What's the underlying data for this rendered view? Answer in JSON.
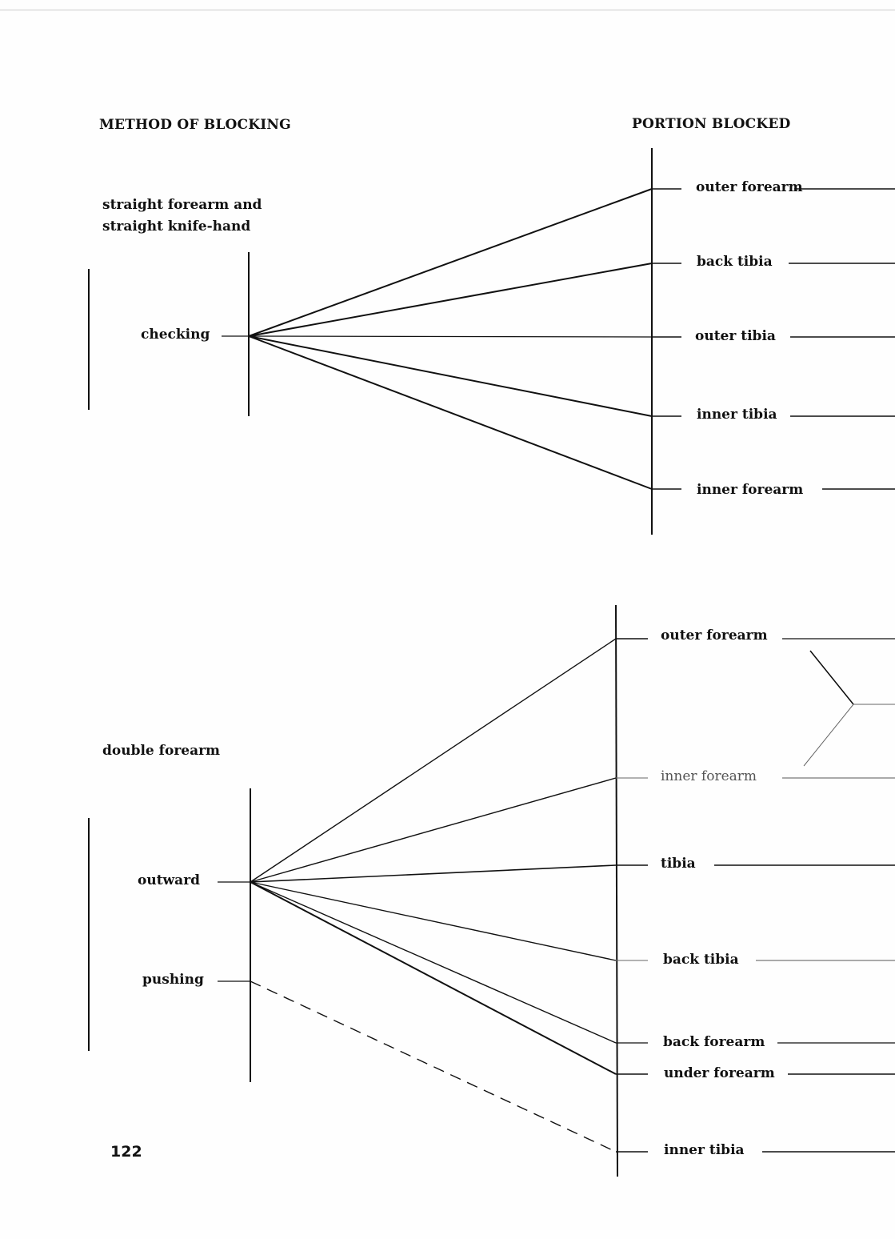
{
  "headers": {
    "method": "METHOD OF BLOCKING",
    "portion": "PORTION BLOCKED"
  },
  "section_1": {
    "group_label_line1": "straight forearm and",
    "group_label_line2": "straight knife-hand",
    "method": "checking",
    "portions": [
      "outer forearm",
      "back tibia",
      "outer tibia",
      "inner tibia",
      "inner forearm"
    ]
  },
  "section_2": {
    "group_label": "double forearm",
    "methods": [
      "outward",
      "pushing"
    ],
    "portions": [
      "outer forearm",
      "inner forearm",
      "tibia",
      "back tibia",
      "back forearm",
      "under forearm",
      "inner tibia"
    ]
  },
  "page_number": "122"
}
